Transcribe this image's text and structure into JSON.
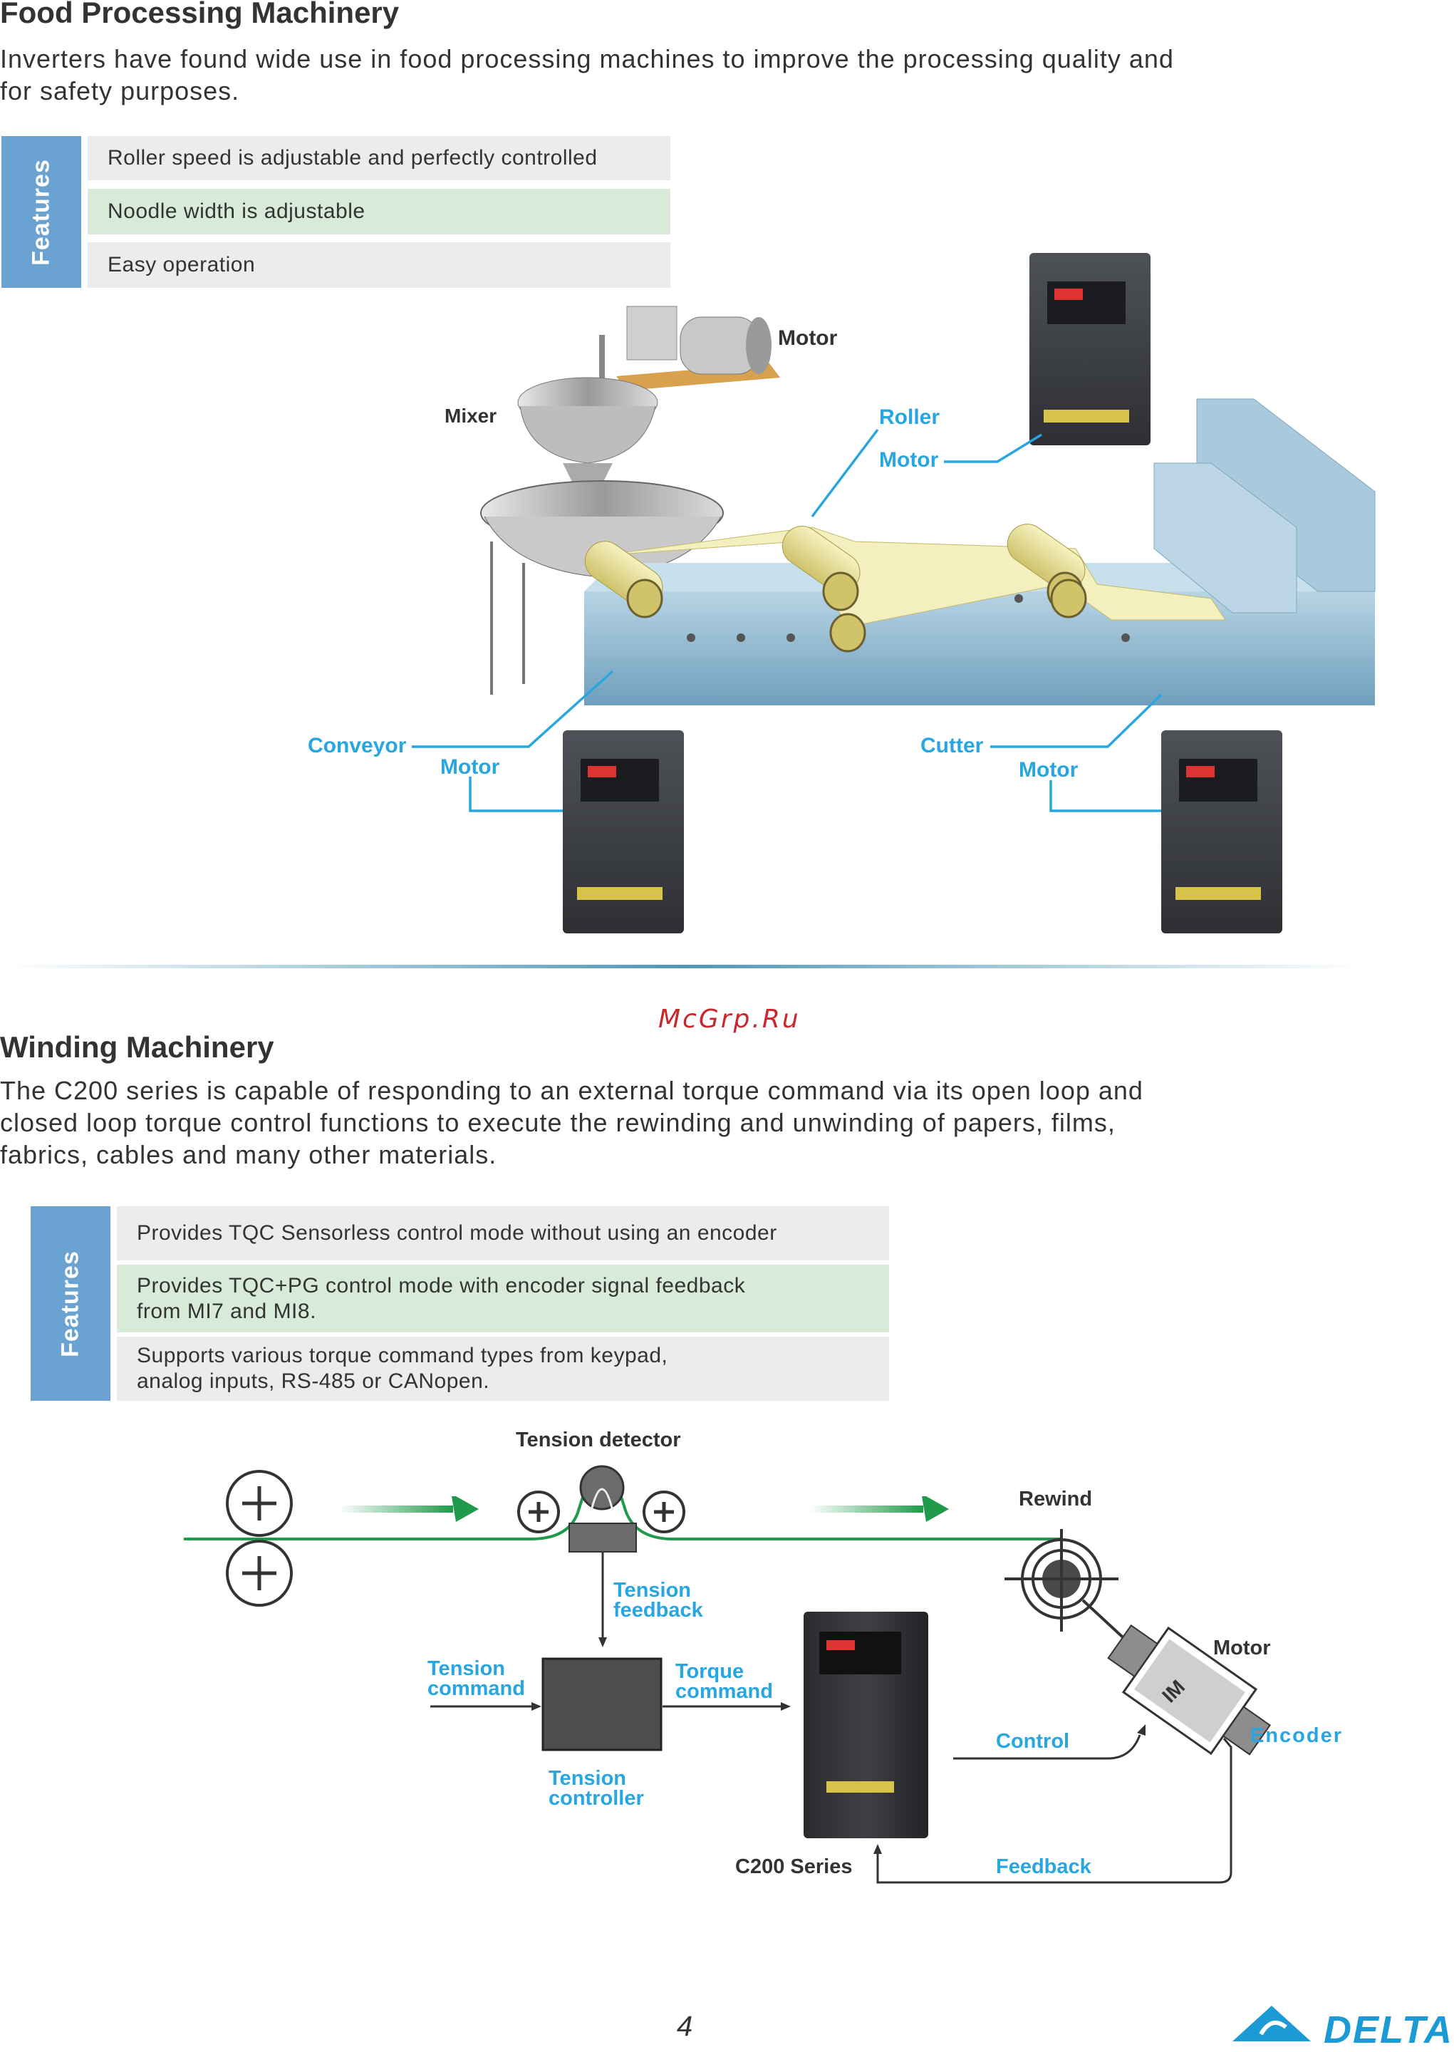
{
  "food": {
    "title": "Food Processing Machinery",
    "intro_line1": "Inverters have found wide use in food processing machines to improve the processing quality and",
    "intro_line2": "for safety purposes.",
    "features_label": "Features",
    "features": [
      "Roller speed is adjustable and perfectly controlled",
      "Noodle width is adjustable",
      "Easy operation"
    ],
    "diagram": {
      "motor": "Motor",
      "mixer": "Mixer",
      "roller": "Roller",
      "roller_motor": "Motor",
      "conveyor": "Conveyor",
      "conveyor_motor": "Motor",
      "cutter": "Cutter",
      "cutter_motor": "Motor"
    }
  },
  "watermark": "McGrp.Ru",
  "winding": {
    "title": "Winding Machinery",
    "intro_line1": "The C200 series is capable of responding to an external torque command via its open loop and",
    "intro_line2": "closed loop torque control functions to execute the rewinding and unwinding of papers, films,",
    "intro_line3": "fabrics, cables and many other materials.",
    "features_label": "Features",
    "features": [
      {
        "line1": "Provides TQC Sensorless control mode without using an encoder",
        "line2": ""
      },
      {
        "line1": "Provides TQC+PG control mode with encoder signal feedback",
        "line2": "from MI7 and MI8."
      },
      {
        "line1": "Supports various torque command types from keypad,",
        "line2": "analog inputs, RS-485 or CANopen."
      }
    ],
    "diagram": {
      "tension_detector": "Tension detector",
      "rewind": "Rewind",
      "tension_feedback_1": "Tension",
      "tension_feedback_2": "feedback",
      "motor": "Motor",
      "tension_command_1": "Tension",
      "tension_command_2": "command",
      "torque_command_1": "Torque",
      "torque_command_2": "command",
      "control": "Control",
      "encoder": "Encoder",
      "tension_controller_1": "Tension",
      "tension_controller_2": "controller",
      "im": "IM",
      "c200_series": "C200 Series",
      "feedback": "Feedback"
    }
  },
  "footer": {
    "page_number": "4",
    "logo_text": "DELTA"
  },
  "colors": {
    "feature_tab": "#6aa2d1",
    "label_blue": "#27a6e0",
    "web_green": "#1e9a4a",
    "grey_row": "#ececee",
    "green_row": "#d8ebd9"
  }
}
